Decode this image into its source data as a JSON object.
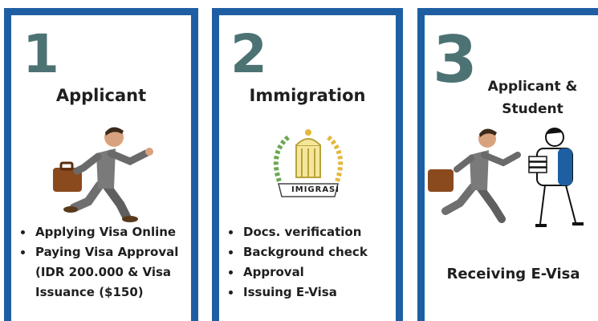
{
  "cards": [
    {
      "number": "1",
      "title": "Applicant",
      "items": [
        "Applying Visa Online",
        "Paying Visa Approval (IDR 200.000 & Visa Issuance ($150)"
      ],
      "icon": "running-businessman-icon"
    },
    {
      "number": "2",
      "title": "Immigration",
      "logo_text": "IMIGRASI",
      "items": [
        "Docs. verification",
        "Background check",
        "Approval",
        "Issuing E-Visa"
      ],
      "icon": "immigration-emblem-icon"
    },
    {
      "number": "3",
      "title_line1": "Applicant &",
      "title_line2": "Student",
      "result": "Receiving E-Visa",
      "icon": "businessman-and-student-icon"
    }
  ],
  "colors": {
    "border": "#1e5fa3",
    "number": "#4d7273"
  }
}
